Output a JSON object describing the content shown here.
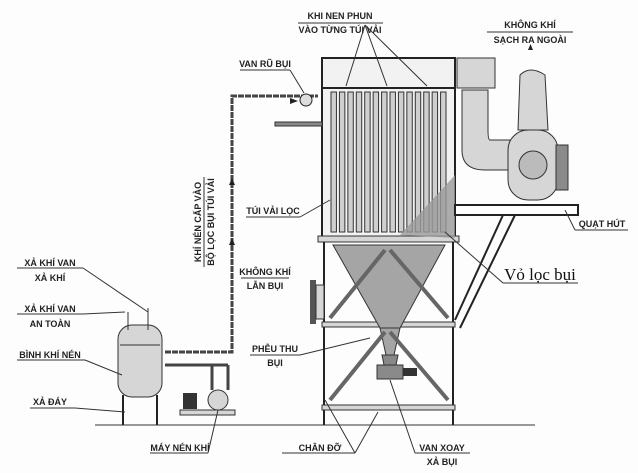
{
  "labels": {
    "pulse_air_1": "KHI NEN PHUN",
    "pulse_air_2": "VÀO TỪNG TÚI VẢI",
    "clean_air_1": "KHÔNG KHÍ",
    "clean_air_2": "SẠCH RA NGOÀI",
    "shake_valve": "VAN RŨ BỤI",
    "supply_1": "KHÍ NÉN CẤP VÀO",
    "supply_2": "BỘ LỌC BỤI TÚI VẢI",
    "filter_bags": "TÚI VẢI LỌC",
    "fan": "QUẠT HÚT",
    "housing": "Vỏ lọc bụi",
    "dusty_air_1": "KHÔNG  KHÍ",
    "dusty_air_2": "LẪN BỤI",
    "vent_valve_1": "XẢ KHÍ VAN",
    "vent_valve_2": "XẢ KHÍ",
    "safety_valve_1": "XẢ KHÍ VAN",
    "safety_valve_2": "AN TOÀN",
    "tank": "BÌNH KHÍ NÉN",
    "drain": "XẢ ĐÁY",
    "hopper_1": "PHỄU THU",
    "hopper_2": "BỤI",
    "compressor": "MÁY NÉN KHÍ",
    "legs": "CHÂN ĐỠ",
    "rotary_valve_1": "VAN XOAY",
    "rotary_valve_2": "XẢ BỤI"
  },
  "bag_count": 14
}
